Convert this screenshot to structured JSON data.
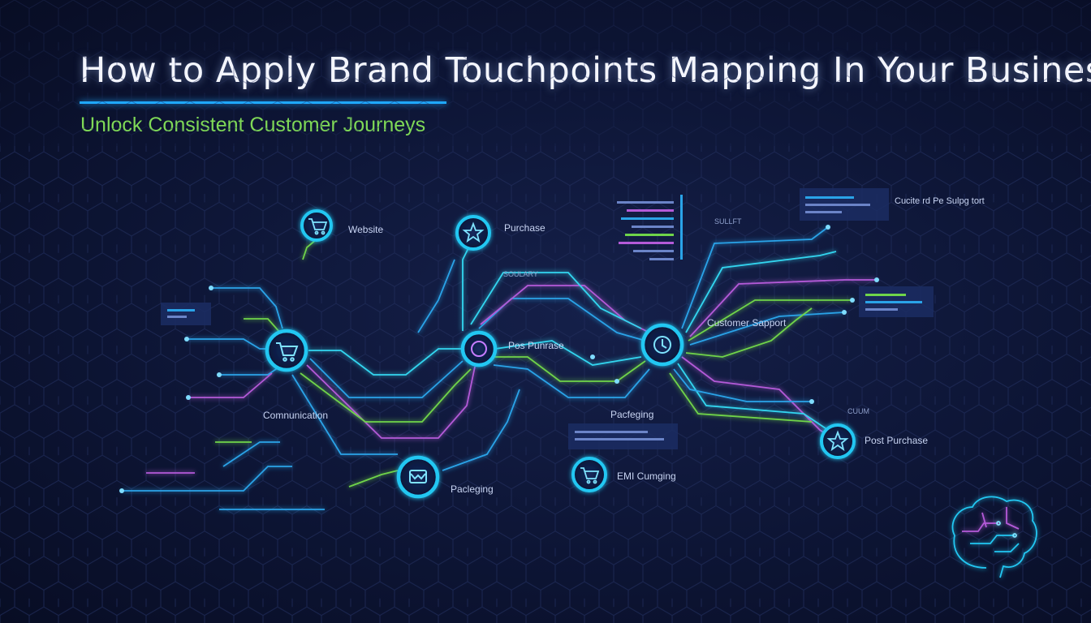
{
  "header": {
    "title": "How to Apply Brand Touchpoints Mapping In Your Business",
    "subtitle": "Unlock Consistent Customer Journeys"
  },
  "colors": {
    "background": "#0d1535",
    "node_ring": "#22c7f2",
    "line_blue": "#2aa3e8",
    "line_cyan": "#33d6f0",
    "line_purple": "#b45ad8",
    "line_green": "#6fd44a",
    "title_rule": "#1fa8ff",
    "subtitle": "#7fd957"
  },
  "nodes": [
    {
      "id": "website",
      "label": "Website",
      "icon": "cart-icon"
    },
    {
      "id": "purchase-top",
      "label": "Purchase",
      "icon": "star-icon"
    },
    {
      "id": "cart-left",
      "label": "",
      "icon": "cart-icon"
    },
    {
      "id": "pos-purchase",
      "label": "Pos Punrase",
      "icon": "badge-icon"
    },
    {
      "id": "customer-support",
      "label": "Customer Sapport",
      "icon": "clock-icon"
    },
    {
      "id": "post-purchase",
      "label": "Post Purchase",
      "icon": "star-icon"
    },
    {
      "id": "packaging-bottom",
      "label": "Pacleging",
      "icon": "mail-icon"
    },
    {
      "id": "email-charging",
      "label": "EMI Cumging",
      "icon": "cart-icon"
    }
  ],
  "floating_labels": [
    {
      "id": "communication",
      "text": "Comnunication"
    },
    {
      "id": "packaging-mid",
      "text": "Pacfeging"
    },
    {
      "id": "customer-support-top",
      "text": "Cucite rd Pe Sulpg tort"
    },
    {
      "id": "sullift",
      "text": "SULLFT"
    },
    {
      "id": "soulary",
      "text": "SOULARY"
    },
    {
      "id": "cuum",
      "text": "CUUM"
    }
  ]
}
